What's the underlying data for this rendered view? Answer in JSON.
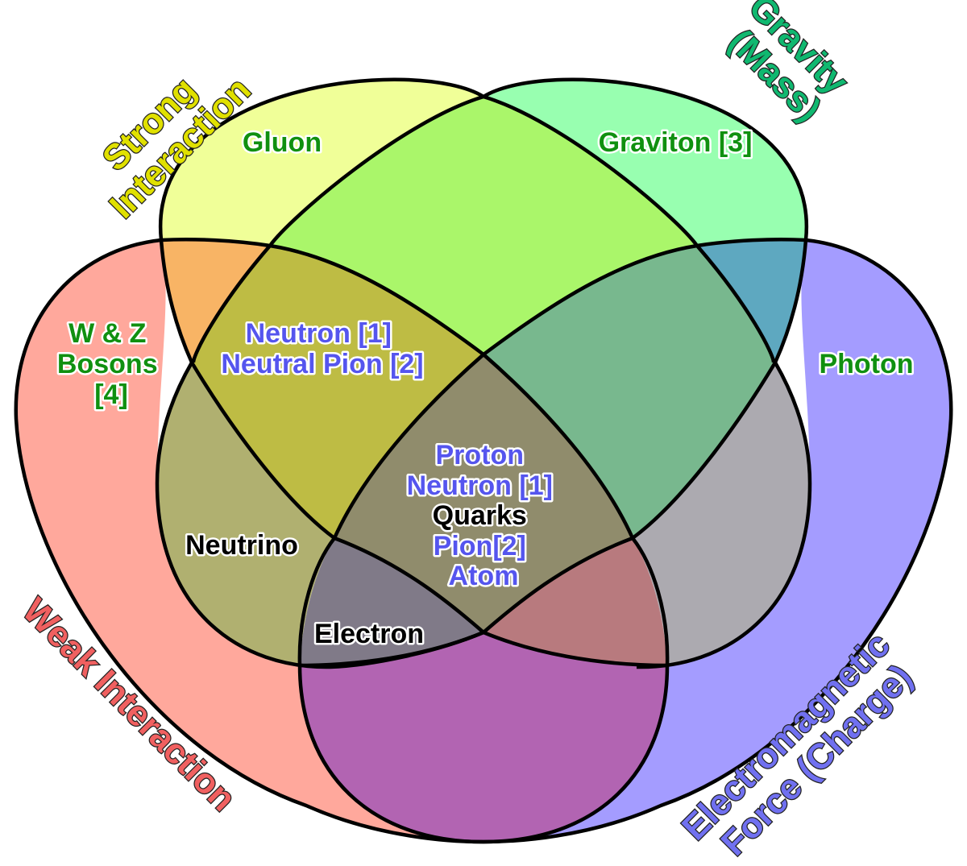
{
  "sets": {
    "strong": {
      "title": [
        "Strong",
        "Interaction"
      ],
      "fill": "#f0ff98",
      "title_color": "#e0e000"
    },
    "gravity": {
      "title": [
        "Gravity",
        "(Mass)"
      ],
      "fill": "#98ffb0",
      "title_color": "#10b870"
    },
    "weak": {
      "title": [
        "Weak Interaction"
      ],
      "fill": "#ffa89c",
      "title_color": "#f06060"
    },
    "em": {
      "title": [
        "Electromagnetic",
        "Force (Charge)"
      ],
      "fill": "#a49cff",
      "title_color": "#7070f0"
    }
  },
  "regions": {
    "strong_gravity": "#aaf66a",
    "weak_strong": "#f8b465",
    "gravity_em": "#5ea8c0",
    "weak_strong_gravity": "#bebc44",
    "strong_gravity_em": "#78b88e",
    "weak_strong_em": "#b0b070",
    "gravity_weak_em": "#acaab0",
    "weak_em": "#b264b2",
    "center": "#908c6c",
    "weak_strong_em_only": "#807a88",
    "gravity_weak_em_only": "#b87a7e"
  },
  "colors": {
    "green_text": "#109010",
    "blue_text": "#5555ee",
    "black_text": "#000000"
  },
  "labels": {
    "gluon": "Gluon",
    "graviton": "Graviton [3]",
    "wz": [
      "W & Z",
      "Bosons",
      "[4]"
    ],
    "photon": "Photon",
    "neutron_pion": [
      "Neutron [1]",
      "Neutral Pion [2]"
    ],
    "neutrino": "Neutrino",
    "electron": "Electron",
    "center": [
      {
        "text": "Proton",
        "color": "blue"
      },
      {
        "text": "Neutron [1]",
        "color": "blue"
      },
      {
        "text": "Quarks",
        "color": "black"
      },
      {
        "text": "Pion[2]",
        "color": "blue"
      },
      {
        "text": "Atom",
        "color": "blue"
      }
    ]
  }
}
